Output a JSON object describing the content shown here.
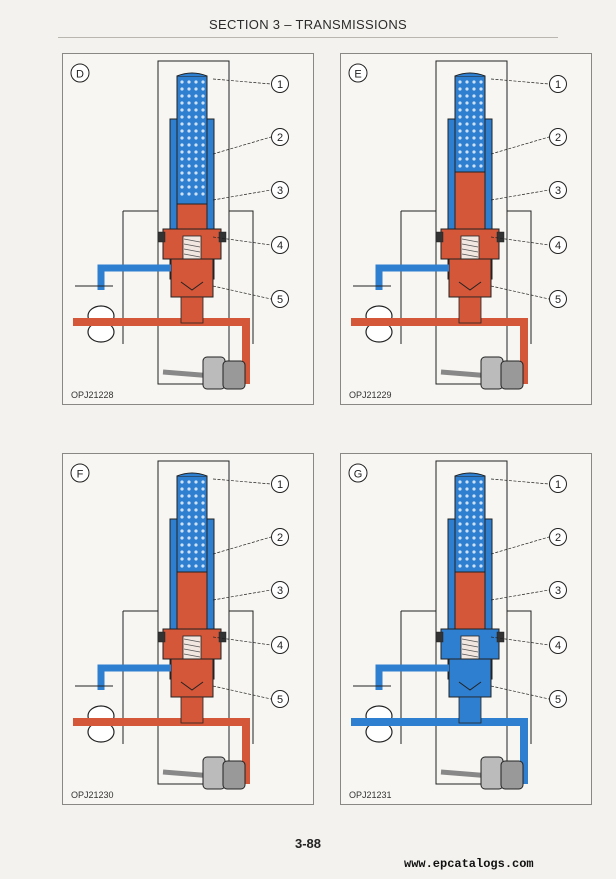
{
  "header": {
    "title": "SECTION 3 – TRANSMISSIONS"
  },
  "panels": [
    {
      "letter": "D",
      "code": "OPJ21228",
      "callouts": [
        "1",
        "2",
        "3",
        "4",
        "5"
      ],
      "mode": "D"
    },
    {
      "letter": "E",
      "code": "OPJ21229",
      "callouts": [
        "1",
        "2",
        "3",
        "4",
        "5"
      ],
      "mode": "E"
    },
    {
      "letter": "F",
      "code": "OPJ21230",
      "callouts": [
        "1",
        "2",
        "3",
        "4",
        "5"
      ],
      "mode": "F"
    },
    {
      "letter": "G",
      "code": "OPJ21231",
      "callouts": [
        "1",
        "2",
        "3",
        "4",
        "5"
      ],
      "mode": "G"
    }
  ],
  "colors": {
    "blue": "#2f7fd0",
    "red": "#d4573a",
    "line": "#222222",
    "gray": "#cfcdc8",
    "panel_bg": "#f7f6f2"
  },
  "footer": {
    "page_number": "3-88",
    "watermark": "www.epcatalogs.com"
  }
}
